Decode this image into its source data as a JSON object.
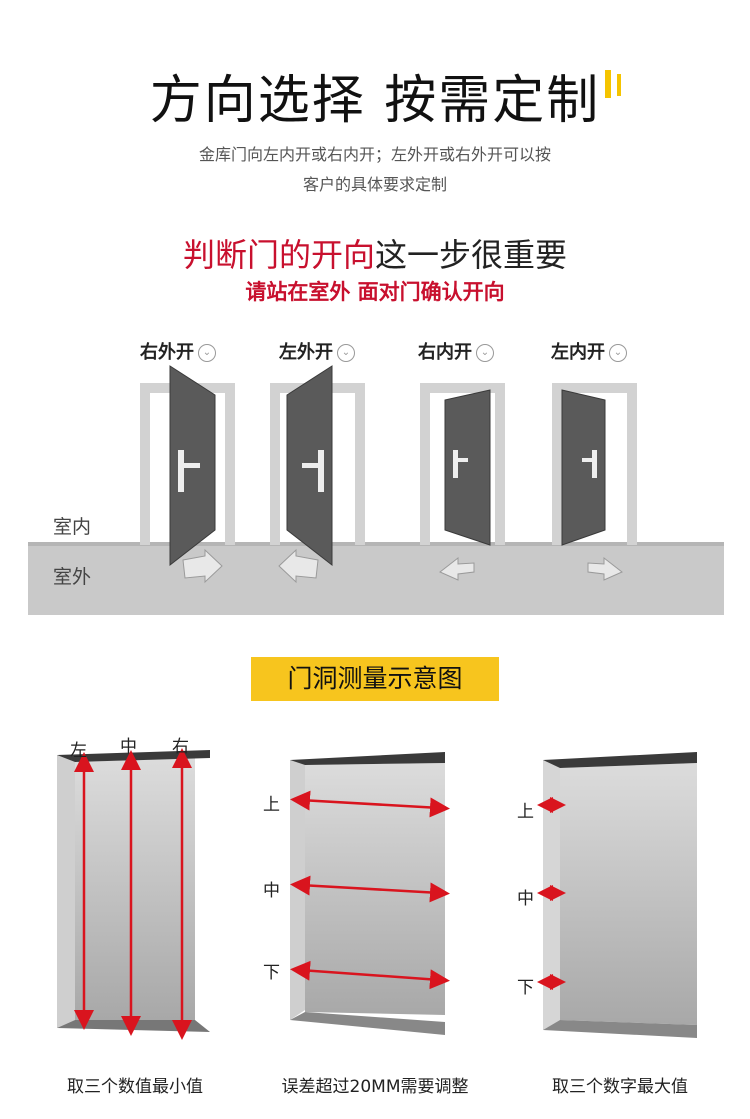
{
  "header": {
    "title": "方向选择 按需定制",
    "subtitle_line1": "金库门向左内开或右内开；左外开或右外开可以按",
    "subtitle_line2": "客户的具体要求定制"
  },
  "direction_section": {
    "heading_red": "判断门的开向",
    "heading_rest": "这一步很重要",
    "subheading": "请站在室外 面对门确认开向",
    "doors": [
      {
        "label": "右外开",
        "icon": "chevron-down-icon"
      },
      {
        "label": "左外开",
        "icon": "chevron-down-icon"
      },
      {
        "label": "右内开",
        "icon": "chevron-down-icon"
      },
      {
        "label": "左内开",
        "icon": "chevron-down-icon"
      }
    ],
    "indoor_label": "室内",
    "outdoor_label": "室外"
  },
  "measure_section": {
    "banner": "门洞测量示意图",
    "width_labels": {
      "left": "左",
      "middle": "中",
      "right": "右"
    },
    "height_labels": {
      "top": "上",
      "middle": "中",
      "bottom": "下"
    },
    "captions": [
      "取三个数值最小值",
      "误差超过20MM需要调整",
      "取三个数字最大值"
    ]
  },
  "colors": {
    "accent_yellow": "#f7c51e",
    "heading_red": "#c8102e",
    "measure_red": "#d9141e",
    "door_dark": "#5a5a5a",
    "floor_gray": "#c9c9c9"
  }
}
